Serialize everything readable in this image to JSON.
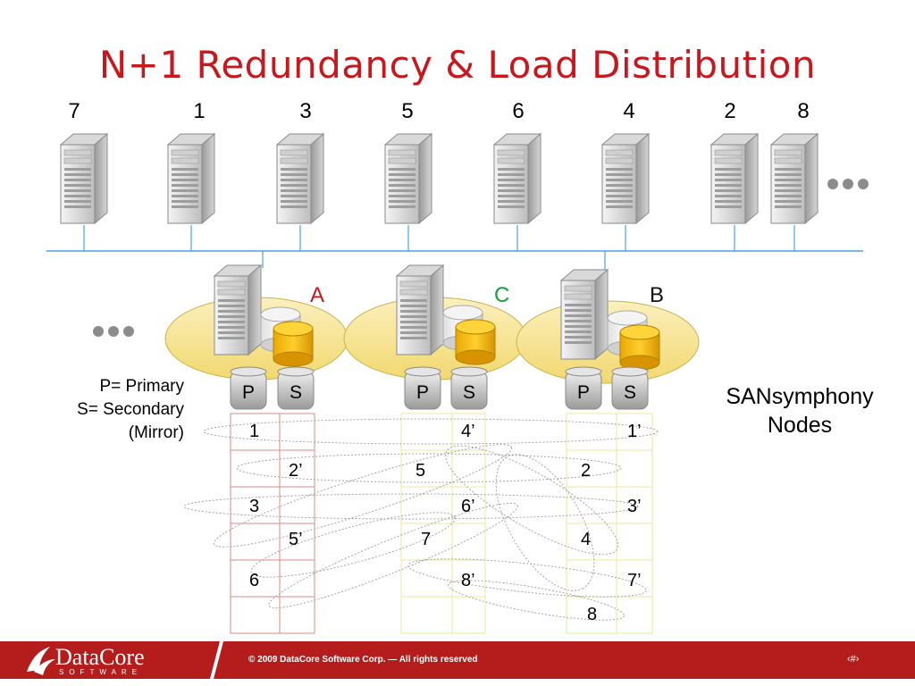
{
  "title": "N+1 Redundancy & Load Distribution",
  "hosts": [
    "7",
    "1",
    "3",
    "5",
    "6",
    "4",
    "2",
    "8"
  ],
  "nodes": [
    {
      "letter": "A",
      "color": "#c8181e"
    },
    {
      "letter": "C",
      "color": "#1e9a3a"
    },
    {
      "letter": "B",
      "color": "#111111"
    }
  ],
  "ps_labels": {
    "primary": "P",
    "secondary": "S"
  },
  "columns": {
    "A": {
      "P": [
        "1",
        "",
        "3",
        "",
        "6",
        ""
      ],
      "S": [
        "",
        "2’",
        "",
        "5’",
        "",
        ""
      ]
    },
    "C": {
      "P": [
        "",
        "5",
        "",
        "7",
        "",
        ""
      ],
      "S": [
        "4’",
        "",
        "6’",
        "",
        "8’",
        ""
      ]
    },
    "B": {
      "P": [
        "",
        "2",
        "",
        "4",
        "",
        "8"
      ],
      "S": [
        "1’",
        "",
        "3’",
        "",
        "7’",
        ""
      ]
    }
  },
  "legend": [
    "P= Primary",
    "S= Secondary",
    "(Mirror)"
  ],
  "sansymphony": [
    "SANsymphony",
    "Nodes"
  ],
  "footer": {
    "copyright": "© 2009 DataCore Software Corp. — All rights reserved",
    "logo": "DataCore",
    "logo_sub": "SOFTWARE",
    "page_mark": "‹#›"
  },
  "colors": {
    "title": "#c8181e",
    "footer": "#b51d1d",
    "ellipse": "#f7e59a",
    "disk_front": "#f0b400",
    "network": "#4aa3df"
  }
}
